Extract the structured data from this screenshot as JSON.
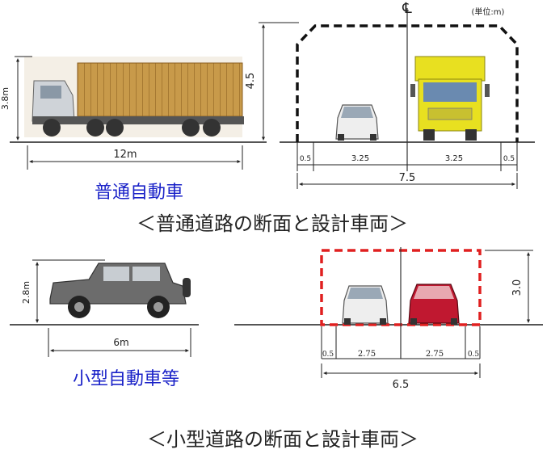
{
  "upper": {
    "centerline_symbol": "℄",
    "unit_label": "(単位:m)",
    "vehicle_height": "3.8m",
    "vehicle_length": "12m",
    "clearance_height": "4.5",
    "shoulder_left": "0.5",
    "lane_left": "3.25",
    "lane_right": "3.25",
    "shoulder_right": "0.5",
    "total_width": "7.5",
    "vehicle_name": "普通自動車",
    "caption": "＜普通道路の断面と設計車両＞"
  },
  "lower": {
    "vehicle_height": "2.8m",
    "vehicle_length": "6m",
    "clearance_height": "3.0",
    "shoulder_left": "0.5",
    "lane_left": "2.75",
    "lane_right": "2.75",
    "shoulder_right": "0.5",
    "total_width": "6.5",
    "vehicle_name": "小型自動車等",
    "caption": "＜小型道路の断面と設計車両＞"
  },
  "colors": {
    "title_blue": "#1a22c8",
    "truck_cargo": "#c89a4a",
    "yellow_truck": "#e8e020",
    "red_car": "#c01830",
    "clearance_red": "#e02020"
  }
}
